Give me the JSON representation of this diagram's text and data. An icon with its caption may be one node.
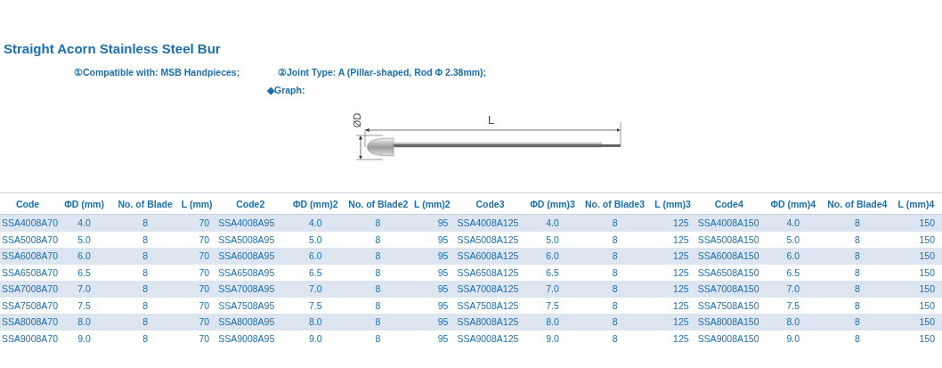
{
  "diagram": {
    "title": "Straight Acorn Stainless Steel Bur",
    "labels": [
      "①Compatible with: MSB Handpieces;",
      "②Joint Type: A (Pillar-shaped, Rod Φ 2.38mm);",
      "◆Graph:",
      "ØD",
      "L",
      "Code",
      "ΦD (mm)",
      "No. of Blade",
      "L (mm)",
      "Code2",
      "ΦD (mm)2",
      "No. of Blade2",
      "L (mm)2",
      "Code3",
      "ΦD (mm)3",
      "No. of Blade3",
      "L (mm)3",
      "Code4",
      "ΦD (mm)4",
      "No. of Blade4",
      "L (mm)4",
      "SSA4008A70",
      "4.0",
      "8",
      "70",
      "SSA4008A95",
      "4.0",
      "8",
      "95",
      "SSA4008A125",
      "4.0",
      "8",
      "125",
      "SSA4008A150",
      "4.0",
      "8",
      "150",
      "SSA5008A70",
      "5.0",
      "8",
      "70",
      "SSA5008A95",
      "5.0",
      "8",
      "95",
      "SSA5008A125",
      "5.0",
      "8",
      "125",
      "SSA5008A150",
      "5.0",
      "8",
      "150",
      "SSA6008A70",
      "6.0",
      "8",
      "70",
      "SSA6008A95",
      "6.0",
      "8",
      "95",
      "SSA6008A125",
      "6.0",
      "8",
      "125",
      "SSA6008A150",
      "6.0",
      "8",
      "150",
      "SSA6508A70",
      "6.5",
      "8",
      "70",
      "SSA6508A95",
      "6.5",
      "8",
      "95",
      "SSA6508A125",
      "6.5",
      "8",
      "125",
      "SSA6508A150",
      "6.5",
      "8",
      "150",
      "SSA7008A70",
      "7.0",
      "8",
      "70",
      "SSA7008A95",
      "7.0",
      "8",
      "95",
      "SSA7008A125",
      "7.0",
      "8",
      "125",
      "SSA7008A150",
      "7.0",
      "8",
      "150",
      "SSA7508A70",
      "7.5",
      "8",
      "70",
      "SSA7508A95",
      "7.5",
      "8",
      "95",
      "SSA7508A125",
      "7.5",
      "8",
      "125",
      "SSA7508A150",
      "7.5",
      "8",
      "150",
      "SSA8008A70",
      "8.0",
      "8",
      "70",
      "SSA8008A95",
      "8.0",
      "8",
      "95",
      "SSA8008A125",
      "8.0",
      "8",
      "125",
      "SSA8008A150",
      "8.0",
      "8",
      "150",
      "SSA9008A70",
      "9.0",
      "8",
      "70",
      "SSA9008A95",
      "9.0",
      "8",
      "95",
      "SSA9008A125",
      "9.0",
      "8",
      "125",
      "SSA9008A150",
      "9.0",
      "8",
      "150"
    ]
  }
}
